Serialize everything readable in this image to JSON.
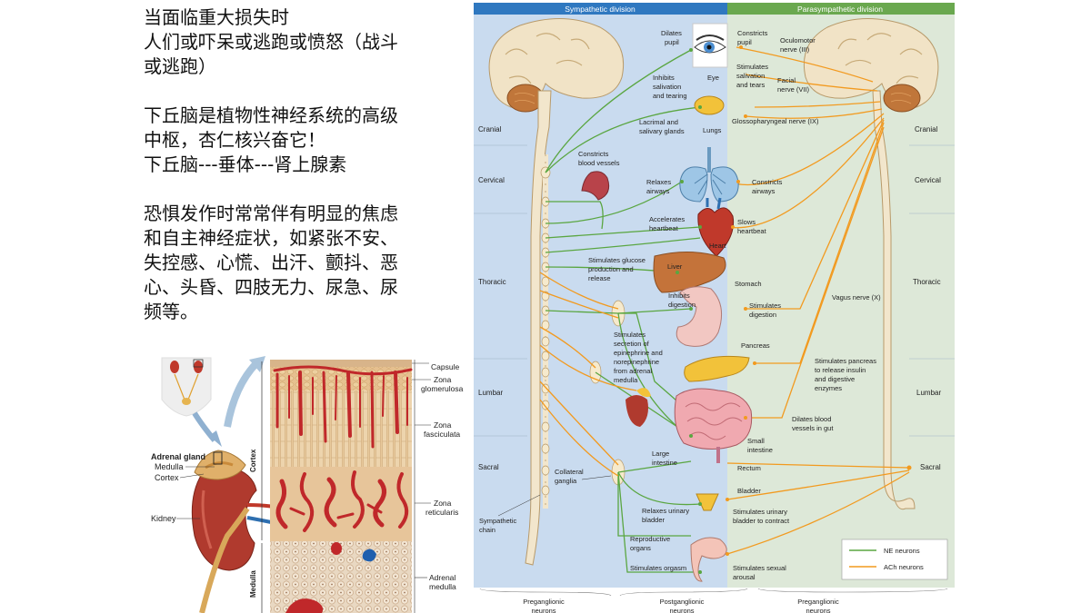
{
  "text": {
    "p1": [
      "当面临重大损失时",
      "人们或吓呆或逃跑或愤怒（战斗",
      "或逃跑）"
    ],
    "p2": [
      "下丘脑是植物性神经系统的高级",
      "中枢，杏仁核兴奋它！",
      "下丘脑---垂体---肾上腺素"
    ],
    "p3": [
      "恐惧发作时常常伴有明显的焦虑",
      "和自主神经症状，如紧张不安、",
      "失控感、心慌、出汗、颤抖、恶",
      "心、头昏、四肢无力、尿急、尿",
      "频等。"
    ]
  },
  "adrenal": {
    "labels": {
      "adrenal_gland": "Adrenal gland",
      "medulla": "Medulla",
      "cortex": "Cortex",
      "kidney": "Kidney",
      "capsule": "Capsule",
      "zona_glom_1": "Zona",
      "zona_glom_2": "glomerulosa",
      "zona_fasc_1": "Zona",
      "zona_fasc_2": "fasciculata",
      "zona_ret_1": "Zona",
      "zona_ret_2": "reticularis",
      "adrenal_med_1": "Adrenal",
      "adrenal_med_2": "medulla",
      "side_cortex": "Cortex",
      "side_medulla": "Medulla"
    }
  },
  "ans": {
    "headers": {
      "sympathetic": "Sympathetic division",
      "parasympathetic": "Parasympathetic division"
    },
    "regions": {
      "cranial": "Cranial",
      "cervical": "Cervical",
      "thoracic": "Thoracic",
      "lumbar": "Lumbar",
      "sacral": "Sacral"
    },
    "sympathetic_chain": [
      "Sympathetic",
      "chain"
    ],
    "collateral_ganglia": [
      "Collateral",
      "ganglia"
    ],
    "organs": {
      "eye": "Eye",
      "lungs": "Lungs",
      "heart": "Heart",
      "liver": "Liver",
      "stomach": "Stomach",
      "pancreas": "Pancreas",
      "bladder": "Bladder",
      "rectum": "Rectum",
      "lacrimal": [
        "Lacrimal and",
        "salivary glands"
      ],
      "small_intestine": [
        "Small",
        "intestine"
      ],
      "large_intestine": [
        "Large",
        "intestine"
      ],
      "reproductive": [
        "Reproductive",
        "organs"
      ]
    },
    "sym_effects": {
      "dilates_pupil": [
        "Dilates",
        "pupil"
      ],
      "inhibits_salivation": [
        "Inhibits",
        "salivation",
        "and tearing"
      ],
      "constricts_vessels": [
        "Constricts",
        "blood vessels"
      ],
      "relaxes_airways": [
        "Relaxes",
        "airways"
      ],
      "accelerates_heartbeat": [
        "Accelerates",
        "heartbeat"
      ],
      "glucose": [
        "Stimulates glucose",
        "production and",
        "release"
      ],
      "inhibits_digestion": [
        "Inhibits",
        "digestion"
      ],
      "epinephrine": [
        "Stimulates",
        "secretion of",
        "epinephrine and",
        "norepinephrine",
        "from adrenal",
        "medulla"
      ],
      "relaxes_bladder": [
        "Relaxes urinary",
        "bladder"
      ],
      "orgasm": "Stimulates orgasm"
    },
    "para_effects": {
      "constricts_pupil": [
        "Constricts",
        "pupil"
      ],
      "stimulates_salivation": [
        "Stimulates",
        "salivation",
        "and tears"
      ],
      "constricts_airways": [
        "Constricts",
        "airways"
      ],
      "slows_heartbeat": [
        "Slows",
        "heartbeat"
      ],
      "stimulates_digestion": [
        "Stimulates",
        "digestion"
      ],
      "stimulates_pancreas": [
        "Stimulates pancreas",
        "to release insulin",
        "and digestive",
        "enzymes"
      ],
      "dilates_gut_vessels": [
        "Dilates blood",
        "vessels in gut"
      ],
      "bladder_contract": [
        "Stimulates urinary",
        "bladder to contract"
      ],
      "sexual_arousal": [
        "Stimulates sexual",
        "arousal"
      ]
    },
    "nerves": {
      "oculomotor": [
        "Oculomotor",
        "nerve (III)"
      ],
      "facial": [
        "Facial",
        "nerve (VII)"
      ],
      "glossopharyngeal": "Glossopharyngeal nerve (IX)",
      "vagus": "Vagus nerve (X)"
    },
    "legend": {
      "ne": "NE neurons",
      "ach": "ACh neurons"
    },
    "footer": {
      "pre_left": [
        "Preganglionic",
        "neurons"
      ],
      "post": [
        "Postganglionic",
        "neurons"
      ],
      "pre_right": [
        "Preganglionic",
        "neurons"
      ]
    },
    "colors": {
      "ne": "#5aa641",
      "ach": "#f29a1f",
      "sym_bg": "#c9dbef",
      "para_bg": "#dde8d8",
      "sym_header": "#2f78c0",
      "para_header": "#6aa84f"
    }
  }
}
